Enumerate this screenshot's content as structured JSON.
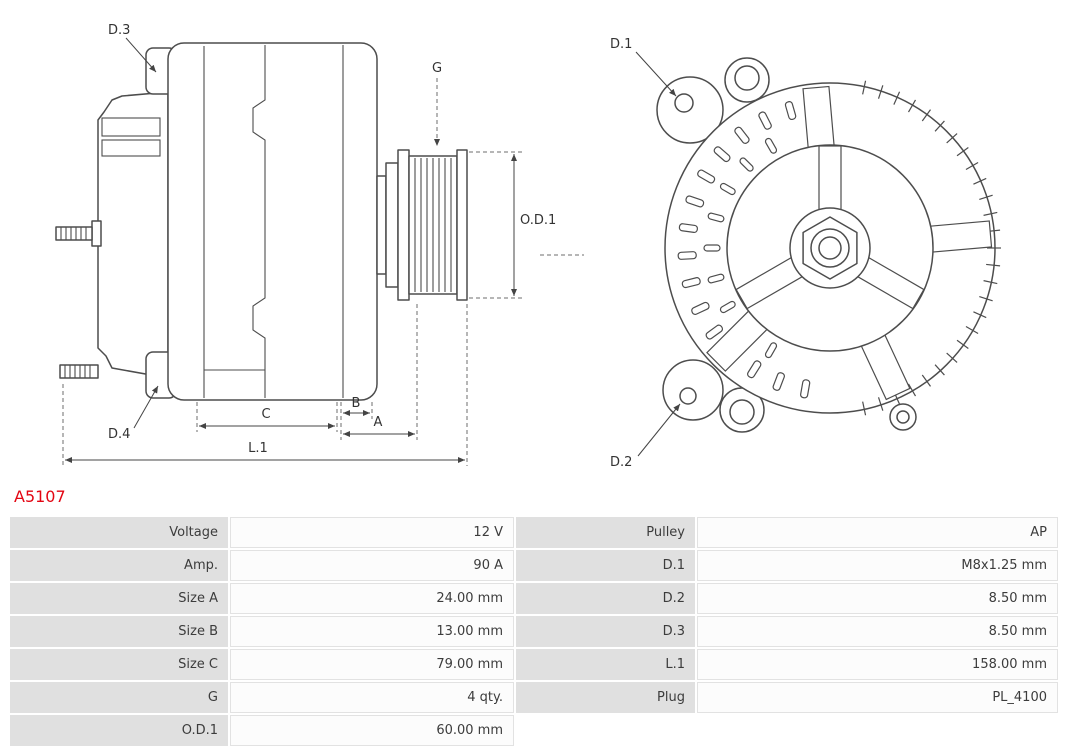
{
  "part_number": "A5107",
  "diagram": {
    "labels": {
      "d1": "D.1",
      "d2": "D.2",
      "d3": "D.3",
      "d4": "D.4",
      "g": "G",
      "od1": "O.D.1",
      "a": "A",
      "b": "B",
      "c": "C",
      "l1": "L.1"
    }
  },
  "specs": {
    "rows": [
      {
        "label_left": "Voltage",
        "value_left": "12 V",
        "label_right": "Pulley",
        "value_right": "AP"
      },
      {
        "label_left": "Amp.",
        "value_left": "90 A",
        "label_right": "D.1",
        "value_right": "M8x1.25 mm"
      },
      {
        "label_left": "Size A",
        "value_left": "24.00 mm",
        "label_right": "D.2",
        "value_right": "8.50 mm"
      },
      {
        "label_left": "Size B",
        "value_left": "13.00 mm",
        "label_right": "D.3",
        "value_right": "8.50 mm"
      },
      {
        "label_left": "Size C",
        "value_left": "79.00 mm",
        "label_right": "L.1",
        "value_right": "158.00 mm"
      },
      {
        "label_left": "G",
        "value_left": "4 qty.",
        "label_right": "Plug",
        "value_right": "PL_4100"
      },
      {
        "label_left": "O.D.1",
        "value_left": "60.00 mm",
        "label_right": "",
        "value_right": ""
      }
    ]
  },
  "colors": {
    "part_number_red": "#e30613",
    "table_label_bg": "#e0e0e0",
    "table_value_bg": "#fcfcfc",
    "table_border": "#e2e2e2",
    "drawing_line": "#4d4d4d",
    "text": "#3c3c3c"
  }
}
